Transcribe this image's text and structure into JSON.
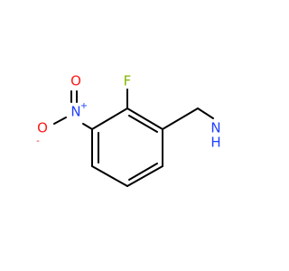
{
  "molecule": {
    "atoms": {
      "fluorine": {
        "label": "F",
        "color": "#7fb800"
      },
      "nitro_n": {
        "label": "N",
        "charge": "+",
        "color": "#1f3fff"
      },
      "nitro_o_top": {
        "label": "O",
        "color": "#ff1a1a"
      },
      "nitro_o_left": {
        "label": "O",
        "charge": "-",
        "color": "#ff1a1a"
      },
      "amine_n": {
        "label": "N",
        "color": "#1f3fff"
      },
      "amine_h2": {
        "label": "H",
        "color": "#1f3fff"
      }
    },
    "bond_color": "#000000"
  }
}
